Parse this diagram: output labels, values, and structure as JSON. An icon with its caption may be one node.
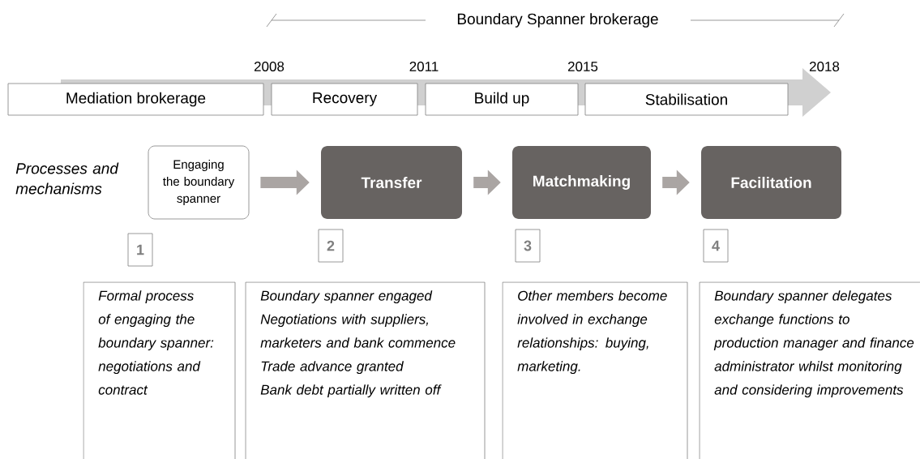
{
  "diagram": {
    "nodes": [
      {
        "text": [
          "Mediation brokerage"
        ]
      },
      {
        "text": [
          "Recovery"
        ]
      },
      {
        "text": [
          "Build up"
        ]
      },
      {
        "text": [
          "Stabilisation"
        ]
      },
      {
        "text": [
          "Engaging the boundary spanner"
        ]
      },
      {
        "text": [
          "Transfer"
        ]
      },
      {
        "text": [
          "Matchmaking"
        ]
      },
      {
        "text": [
          "Facilitation"
        ]
      },
      {
        "text": [
          "1"
        ]
      },
      {
        "text": [
          "2"
        ]
      },
      {
        "text": [
          "3"
        ]
      },
      {
        "text": [
          "4"
        ]
      },
      {
        "text": [
          "Formal process of engaging the boundary spanner: negotiations and contract"
        ]
      },
      {
        "text": [
          "Boundary spanner engaged",
          "Negotiations with suppliers, marketers and bank commence",
          "Trade advance granted",
          "Bank debt partially written off"
        ]
      },
      {
        "text": [
          "Other members become involved in exchange relationships: buying, marketing."
        ]
      },
      {
        "text": [
          "Boundary spanner delegates exchange functions to production manager and finance administrator whilst monitoring and considering improvements"
        ]
      }
    ],
    "edges": [
      {
        "from": 4,
        "to": 5,
        "arrow": "to"
      },
      {
        "from": 5,
        "to": 6,
        "arrow": "to"
      },
      {
        "from": 6,
        "to": 7,
        "arrow": "to"
      }
    ],
    "labels": [
      "Boundary Spanner brokerage",
      "2008",
      "2011",
      "2015",
      "2018",
      "Processes and mechanisms"
    ]
  }
}
